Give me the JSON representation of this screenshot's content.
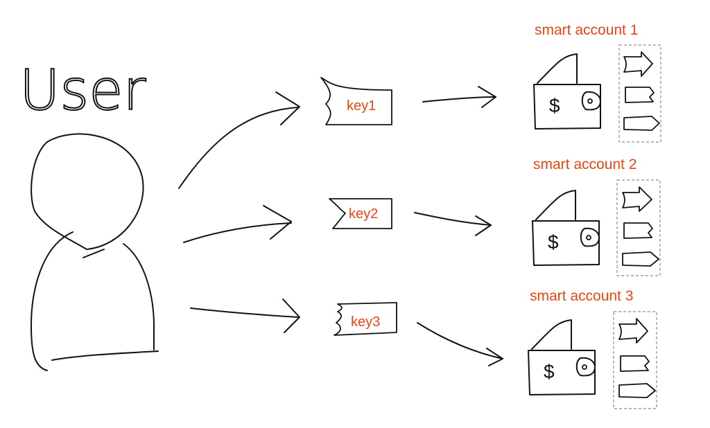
{
  "user": {
    "label": "User"
  },
  "keys": [
    {
      "label": "key1"
    },
    {
      "label": "key2"
    },
    {
      "label": "key3"
    }
  ],
  "accounts": [
    {
      "title": "smart account 1"
    },
    {
      "title": "smart account 2"
    },
    {
      "title": "smart account 3"
    }
  ],
  "colors": {
    "accent": "#ee4411",
    "ink": "#111111",
    "dashed_border": "#8a8a8a"
  }
}
